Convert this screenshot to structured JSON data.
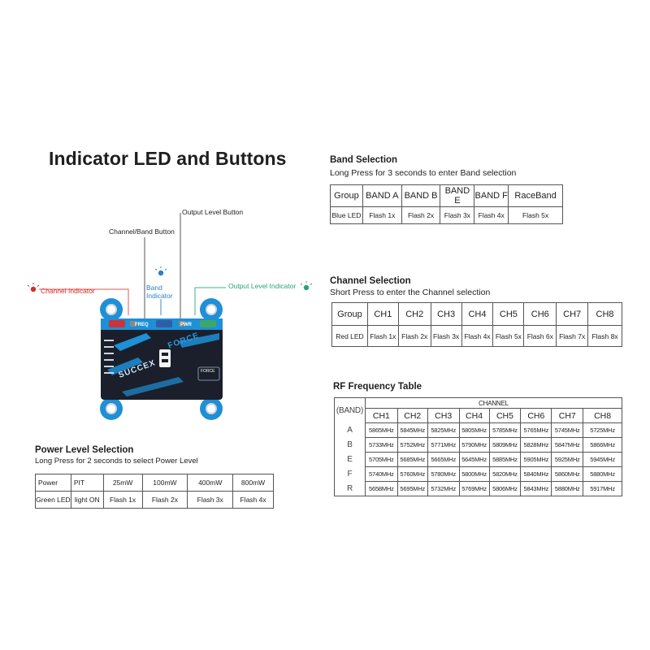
{
  "title": "Indicator LED and Buttons",
  "labels": {
    "output_button": "Output Level Button",
    "channel_band_button": "Channel/Band Button",
    "channel_indicator": "Channel Indicator",
    "band_indicator": "Band Indicator",
    "output_indicator": "Output Level Indicator",
    "freq": "FREQ",
    "pwr": "PWR",
    "brand": "SUCCEX",
    "model": "FORCE"
  },
  "band_selection": {
    "title": "Band Selection",
    "subtitle": "Long Press for 3 seconds to enter Band selection",
    "header": [
      "Group",
      "BAND A",
      "BAND B",
      "BAND E",
      "BAND F",
      "RaceBand"
    ],
    "row": [
      "Blue LED",
      "Flash 1x",
      "Flash 2x",
      "Flash 3x",
      "Flash 4x",
      "Flash 5x"
    ]
  },
  "channel_selection": {
    "title": "Channel Selection",
    "subtitle": "Short Press to enter the Channel selection",
    "header": [
      "Group",
      "CH1",
      "CH2",
      "CH3",
      "CH4",
      "CH5",
      "CH6",
      "CH7",
      "CH8"
    ],
    "row": [
      "Red LED",
      "Flash 1x",
      "Flash 2x",
      "Flash 3x",
      "Flash 4x",
      "Flash 5x",
      "Flash 6x",
      "Flash 7x",
      "Flash 8x"
    ]
  },
  "power_selection": {
    "title": "Power Level Selection",
    "subtitle": "Long Press for 2 seconds to select Power Level",
    "header": [
      "Power",
      "PIT",
      "25mW",
      "100mW",
      "400mW",
      "800mW"
    ],
    "row": [
      "Green LED",
      "light ON",
      "Flash 1x",
      "Flash 2x",
      "Flash 3x",
      "Flash 4x"
    ]
  },
  "rf_table": {
    "title": "RF Frequency Table",
    "band_label": "(BAND)",
    "channel_label": "CHANNEL",
    "channels": [
      "CH1",
      "CH2",
      "CH3",
      "CH4",
      "CH5",
      "CH6",
      "CH7",
      "CH8"
    ],
    "rows": [
      {
        "band": "A",
        "values": [
          "5865MHz",
          "5845MHz",
          "5825MHz",
          "5805MHz",
          "5785MHz",
          "5765MHz",
          "5745MHz",
          "5725MHz"
        ]
      },
      {
        "band": "B",
        "values": [
          "5733MHz",
          "5752MHz",
          "5771MHz",
          "5790MHz",
          "5809MHz",
          "5828MHz",
          "5847MHz",
          "5866MHz"
        ]
      },
      {
        "band": "E",
        "values": [
          "5705MHz",
          "5685MHz",
          "5665MHz",
          "5645MHz",
          "5885MHz",
          "5905MHz",
          "5925MHz",
          "5945MHz"
        ]
      },
      {
        "band": "F",
        "values": [
          "5740MHz",
          "5760MHz",
          "5780MHz",
          "5800MHz",
          "5820MHz",
          "5840MHz",
          "5860MHz",
          "5880MHz"
        ]
      },
      {
        "band": "R",
        "values": [
          "5658MHz",
          "5695MHz",
          "5732MHz",
          "5769MHz",
          "5806MHz",
          "5843MHz",
          "5880MHz",
          "5917MHz"
        ]
      }
    ]
  },
  "colors": {
    "red_led": "#d0302b",
    "blue_led": "#2d7fc8",
    "green_led": "#2aa37a",
    "board_blue": "#1f8fd6",
    "board_dark": "#1a1f2b"
  }
}
